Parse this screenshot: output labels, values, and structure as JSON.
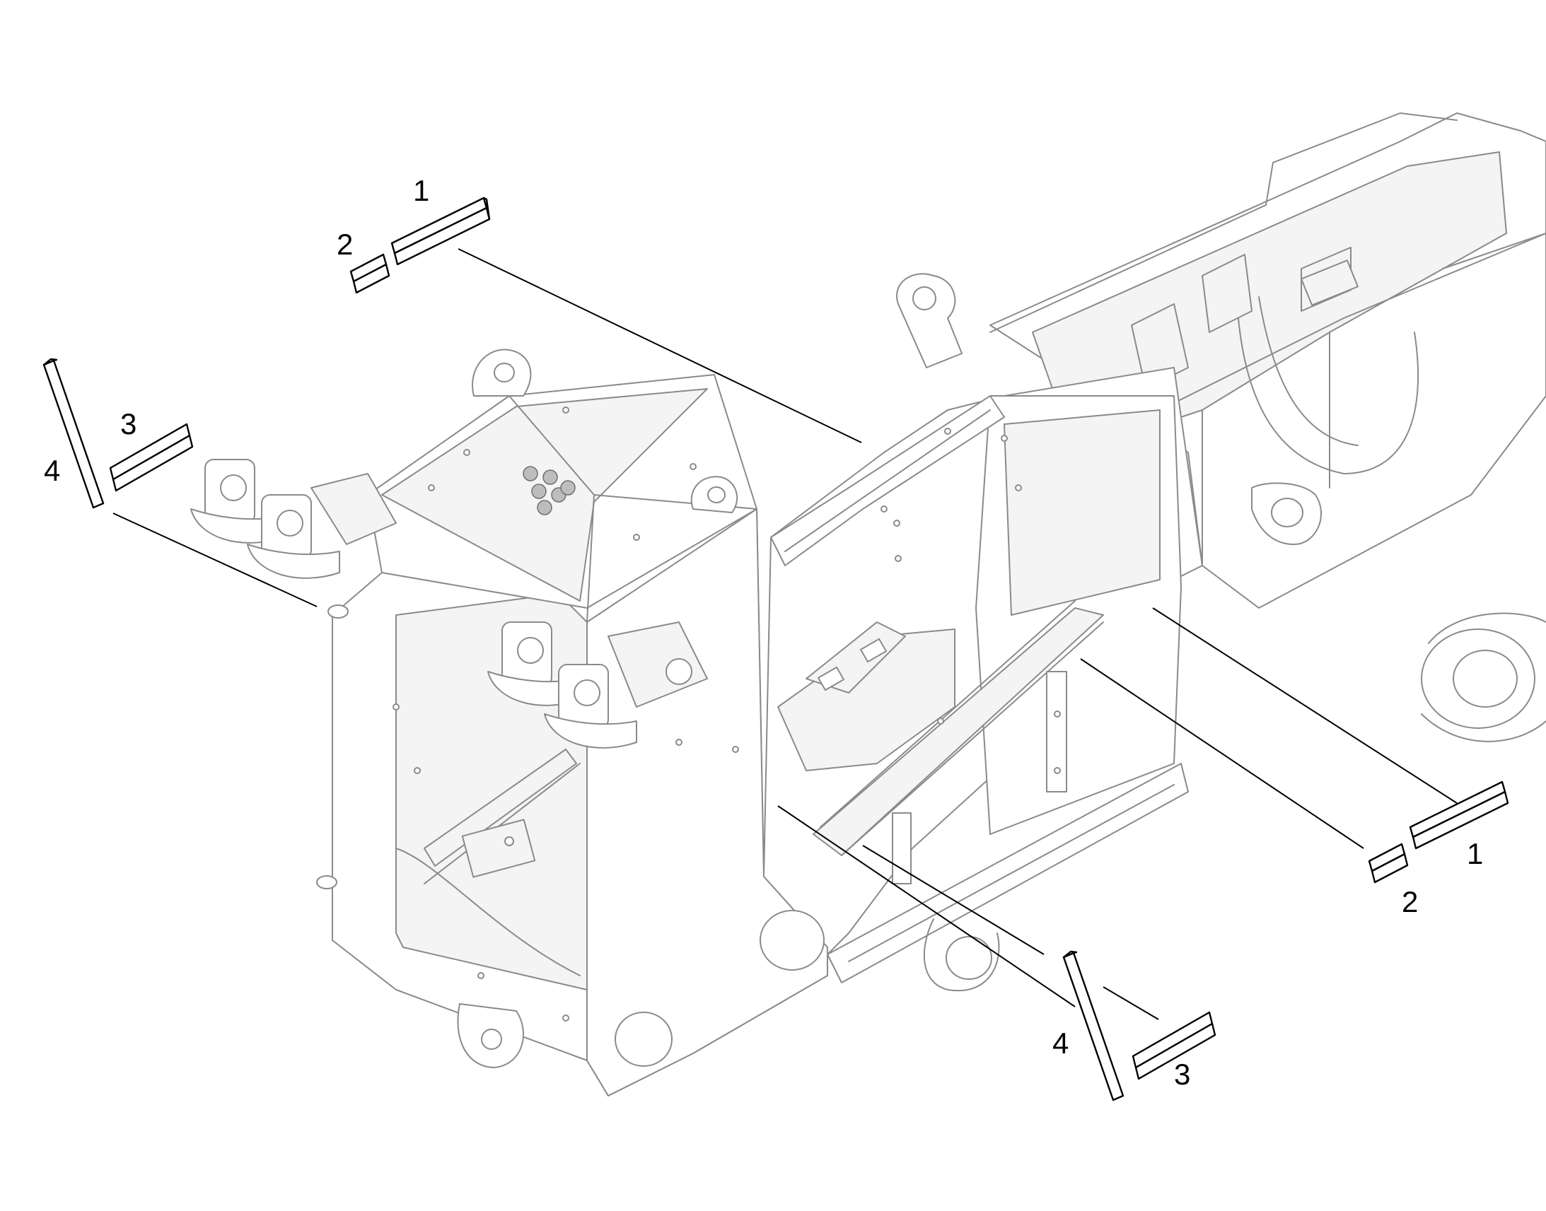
{
  "callouts": {
    "top": {
      "item1": "1",
      "item2": "2"
    },
    "left": {
      "item3": "3",
      "item4": "4"
    },
    "right": {
      "item1": "1",
      "item2": "2"
    },
    "bottom": {
      "item3": "3",
      "item4": "4"
    }
  },
  "colors": {
    "frame_stroke": "#8a8a8a",
    "callout_ink": "#000000",
    "background": "#ffffff"
  }
}
